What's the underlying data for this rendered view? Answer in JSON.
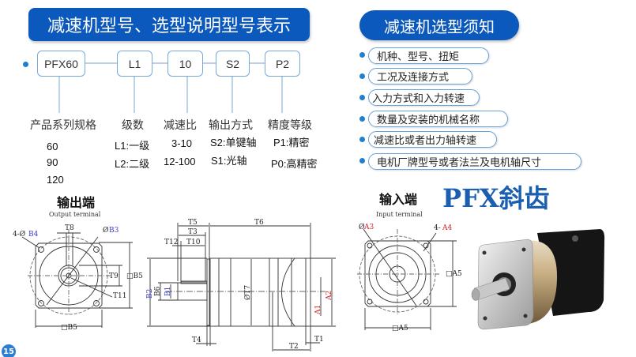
{
  "left_banner": {
    "title": "减速机型号、选型说明型号表示"
  },
  "model_code": {
    "boxes": [
      "PFX60",
      "L1",
      "10",
      "S2",
      "P2"
    ],
    "categories": [
      "产品系列规格",
      "级数",
      "减速比",
      "输出方式",
      "精度等级"
    ],
    "series_values": [
      "60",
      "90",
      "120"
    ],
    "stage_values": [
      "L1:一级",
      "L2:二级"
    ],
    "ratio_values": [
      "3-10",
      "12-100"
    ],
    "output_values": [
      "S2:单键轴",
      "S1:光轴"
    ],
    "precision_values": [
      "P1:精密",
      "P0:高精密"
    ]
  },
  "right_banner": {
    "title": "减速机选型须知"
  },
  "requirements": [
    "机种、型号、扭矩",
    "工况及连接方式",
    "入力方式和入力转速",
    "数量及安装的机械名称",
    "减速比或者出力轴转速",
    "电机厂牌型号或者法兰及电机轴尺寸"
  ],
  "output_view": {
    "title": "输出端",
    "subtitle": "Output terminal",
    "labels": {
      "holes_prefix": "4-Ø",
      "holes": "B4",
      "t8": "T8",
      "dia_prefix": "Ø",
      "b3": "B3",
      "t9": "T9",
      "b5_right": "□B5",
      "t11": "T11",
      "b5_bottom": "□B5"
    }
  },
  "side_view": {
    "labels": {
      "t5": "T5",
      "t6": "T6",
      "t3": "T3",
      "t12": "T12",
      "t10": "T10",
      "b2": "B2",
      "b6": "B6",
      "b1": "B1",
      "t7": "ØT7",
      "a1": "A1",
      "a2": "A2",
      "t4": "T4",
      "t2": "T2",
      "t1": "T1"
    }
  },
  "input_view": {
    "title": "输入端",
    "subtitle": "Input terminal",
    "labels": {
      "dia_prefix": "Ø",
      "a3": "A3",
      "holes_prefix": "4-",
      "a4": "A4",
      "a5_right": "□A5",
      "a5_bottom": "□A5"
    }
  },
  "product": {
    "title": "PFX斜齿"
  },
  "page_number": "15",
  "colors": {
    "brand_blue": "#0c59bd",
    "accent_blue_label": "#3a3ac0",
    "accent_red_label": "#d02020",
    "bullet": "#1f7fd0"
  }
}
